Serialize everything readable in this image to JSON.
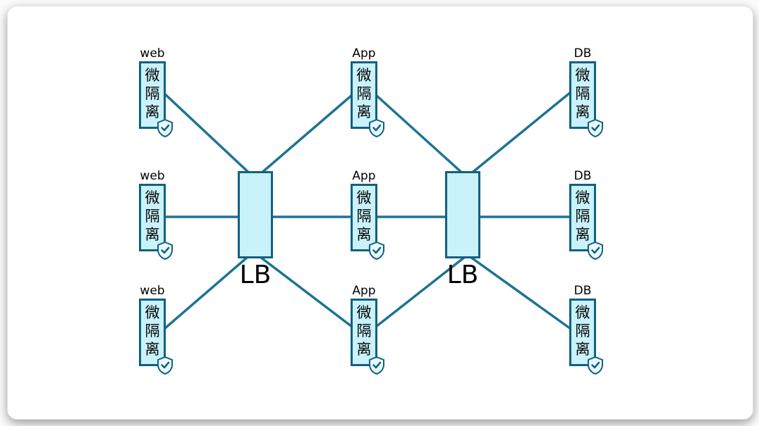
{
  "nodes": [
    {
      "id": "web-1",
      "label": "web",
      "body": "微隔离"
    },
    {
      "id": "web-2",
      "label": "web",
      "body": "微隔离"
    },
    {
      "id": "web-3",
      "label": "web",
      "body": "微隔离"
    },
    {
      "id": "app-1",
      "label": "App",
      "body": "微隔离"
    },
    {
      "id": "app-2",
      "label": "App",
      "body": "微隔离"
    },
    {
      "id": "app-3",
      "label": "App",
      "body": "微隔离"
    },
    {
      "id": "db-1",
      "label": "DB",
      "body": "微隔离"
    },
    {
      "id": "db-2",
      "label": "DB",
      "body": "微隔离"
    },
    {
      "id": "db-3",
      "label": "DB",
      "body": "微隔离"
    }
  ],
  "load_balancers": [
    {
      "label": "LB"
    },
    {
      "label": "LB"
    }
  ],
  "icons": {
    "shield_check": "shield-check-icon"
  },
  "colors": {
    "line": "#1d7493",
    "node_fill": "#c9f2fa",
    "node_border": "#136080",
    "text": "#000000",
    "shield_fill": "#eafaff"
  }
}
